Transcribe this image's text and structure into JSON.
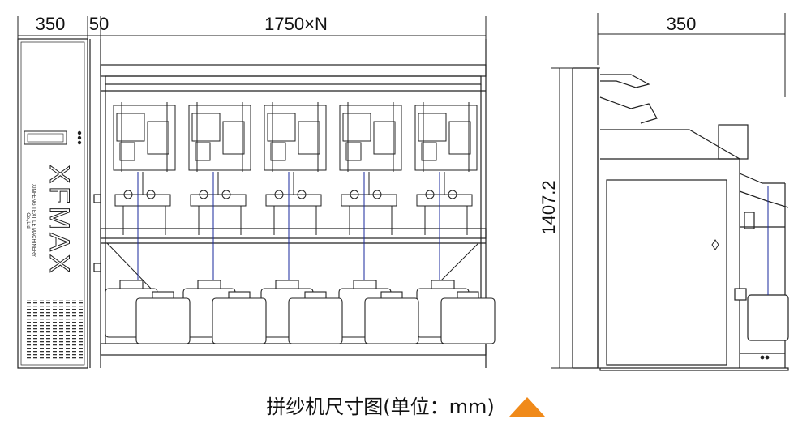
{
  "dimensions": {
    "control_width": "350",
    "gap_width": "50",
    "unit_width": "1750×N",
    "side_depth": "350",
    "height": "1407.2"
  },
  "brand": {
    "logo": "XFMAX",
    "subtitle": "XINFENG TEXTILE MACHINERY",
    "subtitle2": "Co.,Ltd"
  },
  "caption": "拼纱机尺寸图(单位：mm)",
  "colors": {
    "line": "#222222",
    "thread": "#1a2a9c",
    "accent": "#f08a1a"
  },
  "spindle_count": 5
}
